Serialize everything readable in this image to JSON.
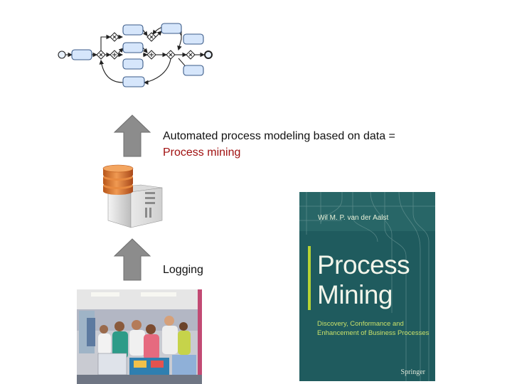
{
  "captions": {
    "line1": "Automated process modeling based on data =",
    "line2": "Process mining",
    "logging": "Logging"
  },
  "book": {
    "author": "Wil M. P. van der Aalst",
    "title_line1": "Process",
    "title_line2": "Mining",
    "subtitle_line1": "Discovery, Conformance and",
    "subtitle_line2": "Enhancement of Business Processes",
    "publisher": "Springer"
  },
  "colors": {
    "caption_text": "#111111",
    "highlight_text": "#a01010",
    "arrow_fill": "#8c8c8c",
    "task_fill": "#d6e6fb",
    "task_stroke": "#3b5b88",
    "book_bg": "#1f5b5e",
    "book_accent": "#b5d334",
    "database": "#d9742a"
  },
  "icons": {
    "arrows": "up-arrow-icon",
    "database": "database-icon",
    "server": "server-icon",
    "model": "process-model-diagram"
  }
}
